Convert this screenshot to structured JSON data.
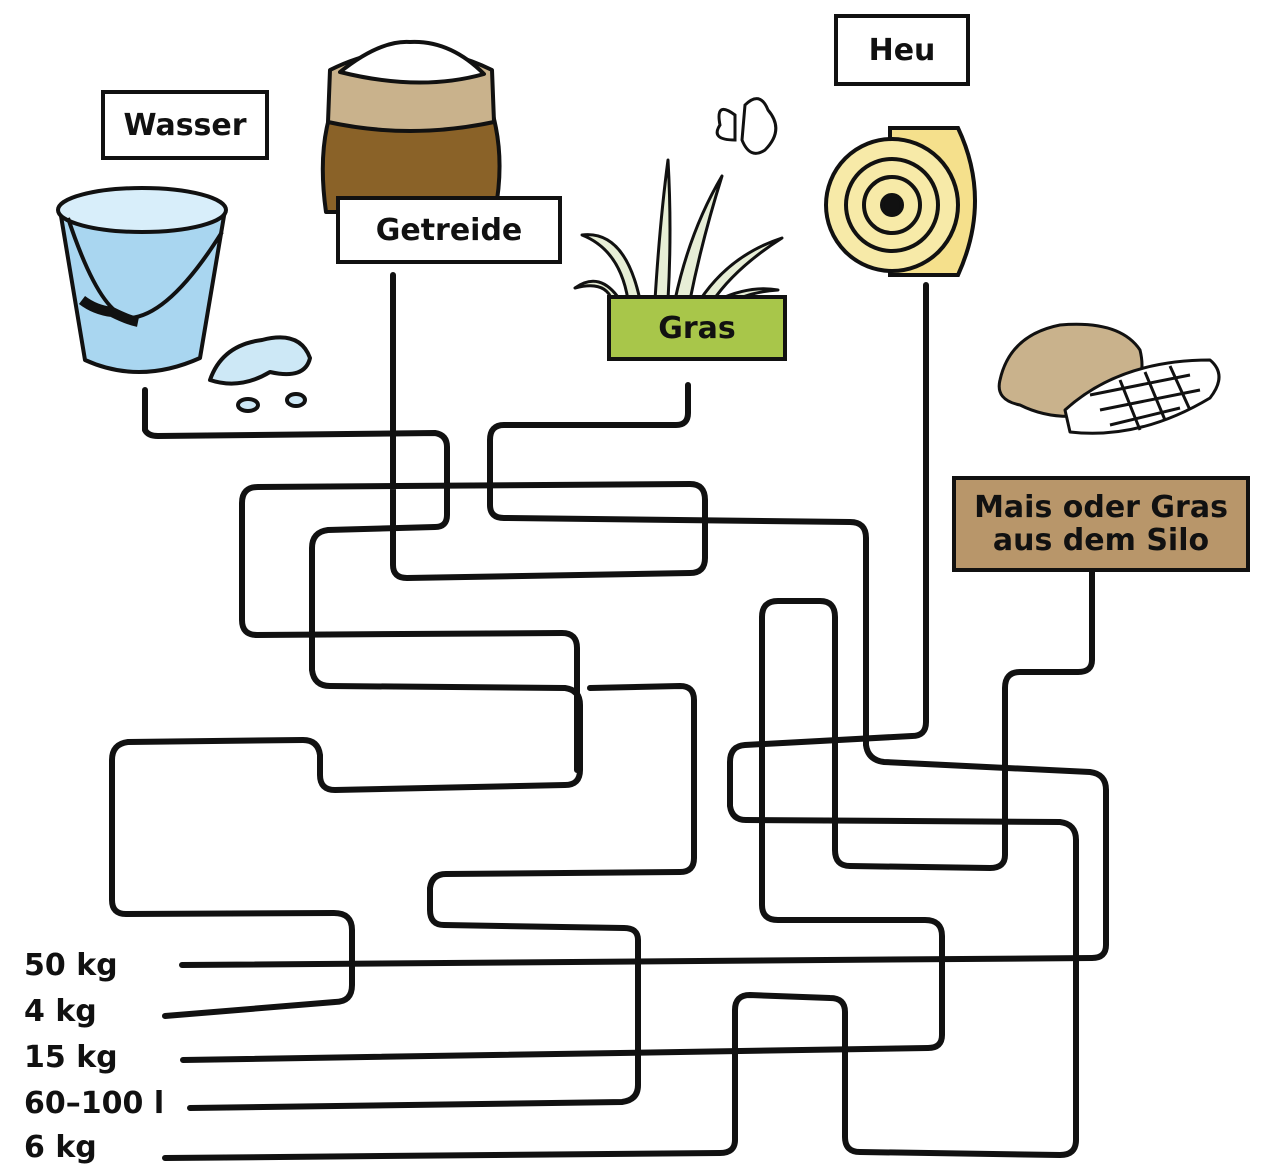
{
  "labels": {
    "wasser": "Wasser",
    "getreide": "Getreide",
    "gras": "Gras",
    "heu": "Heu",
    "silo_line1": "Mais oder Gras",
    "silo_line2": "aus dem Silo"
  },
  "amounts": [
    "50 kg",
    "4 kg",
    "15 kg",
    "60–100 l",
    "6 kg"
  ],
  "colors": {
    "gras_box": "#a8c64a",
    "silo_box": "#b8966a",
    "bucket": "#a9d6f0",
    "sack": "#8a6228",
    "hay": "#f7eaa8"
  }
}
